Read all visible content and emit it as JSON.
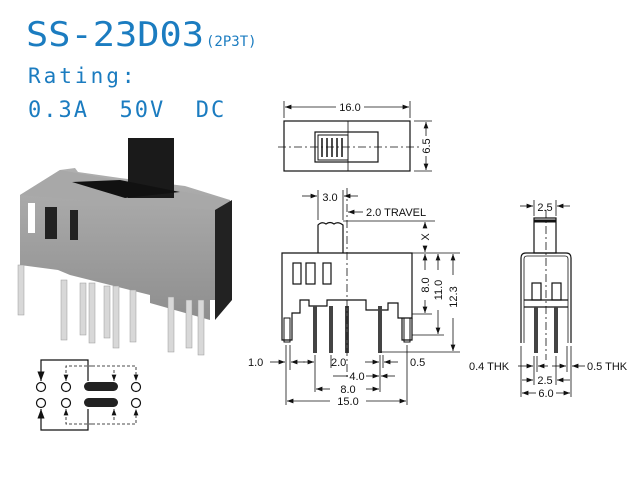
{
  "header": {
    "model": "SS-23D03",
    "poles": "(2P3T)",
    "rating_label": "Rating:",
    "rating_value": "0.3A  50V  DC"
  },
  "top_view": {
    "width": "16.0",
    "height": "6.5"
  },
  "front_view": {
    "actuator_width": "3.0",
    "travel": "2.0 TRAVEL",
    "x_dim": "X",
    "dim_8": "8.0",
    "dim_11": "11.0",
    "dim_12_3": "12.3",
    "leg_width": "1.0",
    "pin_pitch": "2.0",
    "pin_width": "0.5",
    "dim_4": "4.0",
    "dim_8_bottom": "8.0",
    "dim_15": "15.0"
  },
  "side_view": {
    "actuator_width": "2.5",
    "left_thk": "0.4 THK",
    "right_thk": "0.5 THK",
    "pin_spacing": "2.5",
    "total_width": "6.0"
  },
  "colors": {
    "title": "#1b7cc0"
  }
}
